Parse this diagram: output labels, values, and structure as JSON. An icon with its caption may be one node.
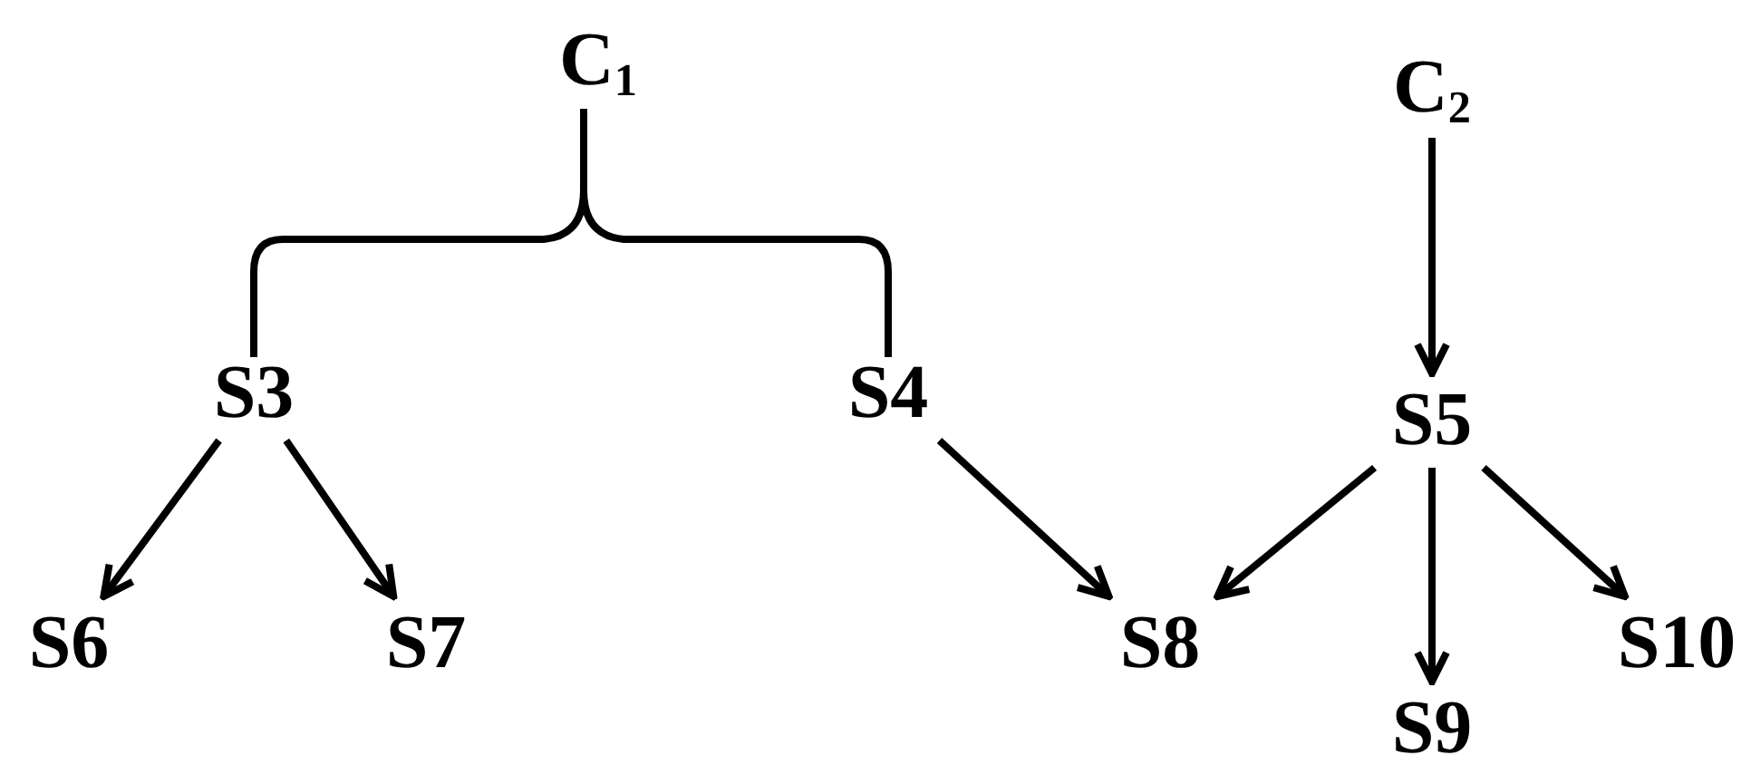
{
  "diagram": {
    "nodes": [
      {
        "text": [
          "C$_{1}$"
        ]
      },
      {
        "text": [
          "C$_{2}$"
        ]
      },
      {
        "text": [
          "S3"
        ]
      },
      {
        "text": [
          "S4"
        ]
      },
      {
        "text": [
          "S5"
        ]
      },
      {
        "text": [
          "S6"
        ]
      },
      {
        "text": [
          "S7"
        ]
      },
      {
        "text": [
          "S8"
        ]
      },
      {
        "text": [
          "S9"
        ]
      },
      {
        "text": [
          "S10"
        ]
      }
    ],
    "edges": [
      {
        "from": 0,
        "to": 2,
        "arrow": "none"
      },
      {
        "from": 0,
        "to": 3,
        "arrow": "none"
      },
      {
        "from": 1,
        "to": 4,
        "arrow": "to"
      },
      {
        "from": 2,
        "to": 5,
        "arrow": "to"
      },
      {
        "from": 2,
        "to": 6,
        "arrow": "to"
      },
      {
        "from": 3,
        "to": 7,
        "arrow": "to"
      },
      {
        "from": 4,
        "to": 7,
        "arrow": "to"
      },
      {
        "from": 4,
        "to": 8,
        "arrow": "to"
      },
      {
        "from": 4,
        "to": 9,
        "arrow": "to"
      }
    ]
  }
}
